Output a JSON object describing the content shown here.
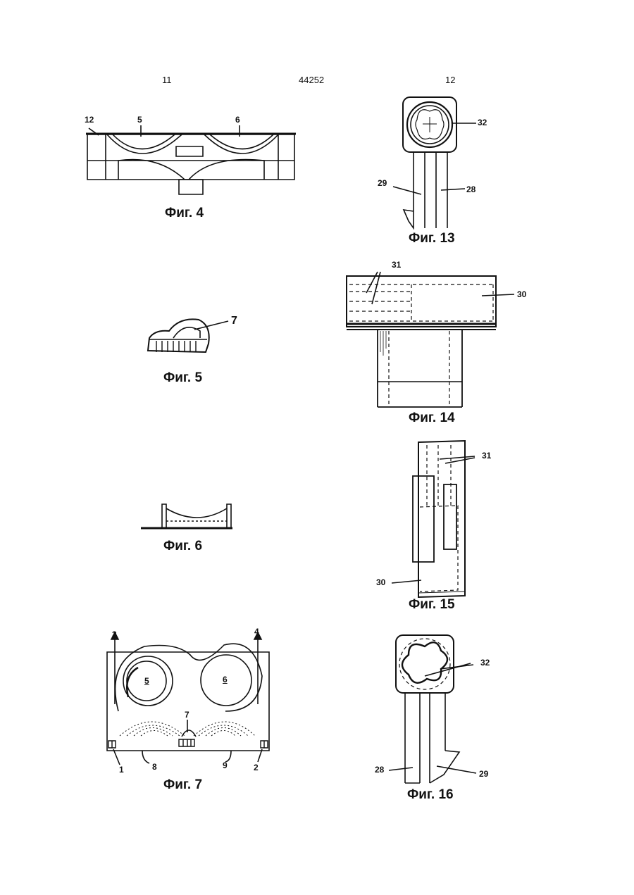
{
  "header": {
    "page_left": "11",
    "doc_number": "44252",
    "page_right": "12"
  },
  "figures": {
    "fig4": {
      "caption": "Фиг. 4",
      "labels": [
        "12",
        "5",
        "6"
      ]
    },
    "fig5": {
      "caption": "Фиг. 5",
      "labels": [
        "7"
      ]
    },
    "fig6": {
      "caption": "Фиг. 6"
    },
    "fig7": {
      "caption": "Фиг. 7",
      "labels": [
        "3",
        "4",
        "5",
        "6",
        "7",
        "8",
        "9",
        "1",
        "2"
      ]
    },
    "fig13": {
      "caption": "Фиг. 13",
      "labels": [
        "32",
        "29",
        "28"
      ]
    },
    "fig14": {
      "caption": "Фиг. 14",
      "labels": [
        "31",
        "30"
      ]
    },
    "fig15": {
      "caption": "Фиг. 15",
      "labels": [
        "31",
        "30"
      ]
    },
    "fig16": {
      "caption": "Фиг. 16",
      "labels": [
        "32",
        "28",
        "29"
      ]
    }
  }
}
